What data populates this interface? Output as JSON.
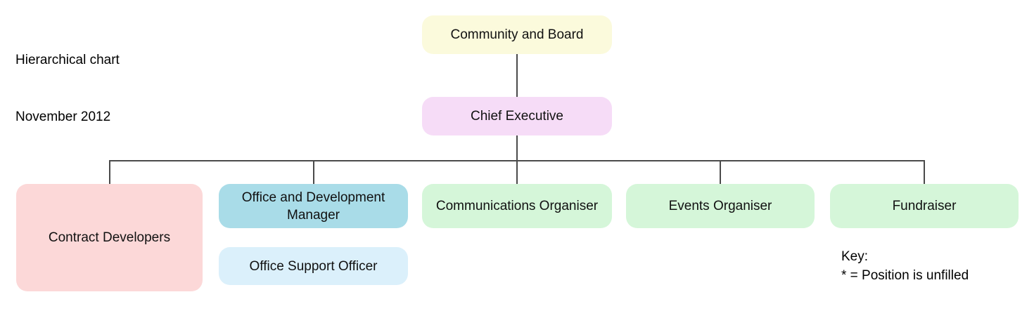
{
  "caption": {
    "line1": "Hierarchical chart",
    "line2": "November 2012"
  },
  "key": {
    "title": "Key:",
    "note": "* = Position is unfilled"
  },
  "nodes": {
    "community_board": {
      "label": "Community and Board",
      "color": "#fbfadc"
    },
    "chief_executive": {
      "label": "Chief Executive",
      "color": "#f6dcf7"
    },
    "contract_developers": {
      "label": "Contract Developers",
      "color": "#fcd8d8"
    },
    "office_dev_manager": {
      "label": "Office and Development Manager",
      "color": "#a9dce8"
    },
    "office_support_officer": {
      "label": "Office Support Officer",
      "color": "#dbf0fb"
    },
    "communications_organiser": {
      "label": "Communications Organiser",
      "color": "#d5f6d9"
    },
    "events_organiser": {
      "label": "Events Organiser",
      "color": "#d5f6d9"
    },
    "fundraiser": {
      "label": "Fundraiser",
      "color": "#d5f6d9"
    }
  },
  "chart_data": {
    "type": "diagram",
    "title": "Hierarchical chart",
    "subtitle": "November 2012",
    "orientation": "top-down",
    "levels": [
      {
        "level": 0,
        "nodes": [
          "Community and Board"
        ]
      },
      {
        "level": 1,
        "nodes": [
          "Chief Executive"
        ]
      },
      {
        "level": 2,
        "nodes": [
          "Contract Developers",
          "Office and Development Manager",
          "Communications Organiser",
          "Events Organiser",
          "Fundraiser"
        ]
      },
      {
        "level": 3,
        "nodes": [
          "Office Support Officer"
        ]
      }
    ],
    "edges": [
      {
        "from": "Community and Board",
        "to": "Chief Executive"
      },
      {
        "from": "Chief Executive",
        "to": "Contract Developers"
      },
      {
        "from": "Chief Executive",
        "to": "Office and Development Manager"
      },
      {
        "from": "Chief Executive",
        "to": "Communications Organiser"
      },
      {
        "from": "Chief Executive",
        "to": "Events Organiser"
      },
      {
        "from": "Chief Executive",
        "to": "Fundraiser"
      }
    ],
    "legend": {
      "symbol": "*",
      "meaning": "Position is unfilled"
    }
  }
}
